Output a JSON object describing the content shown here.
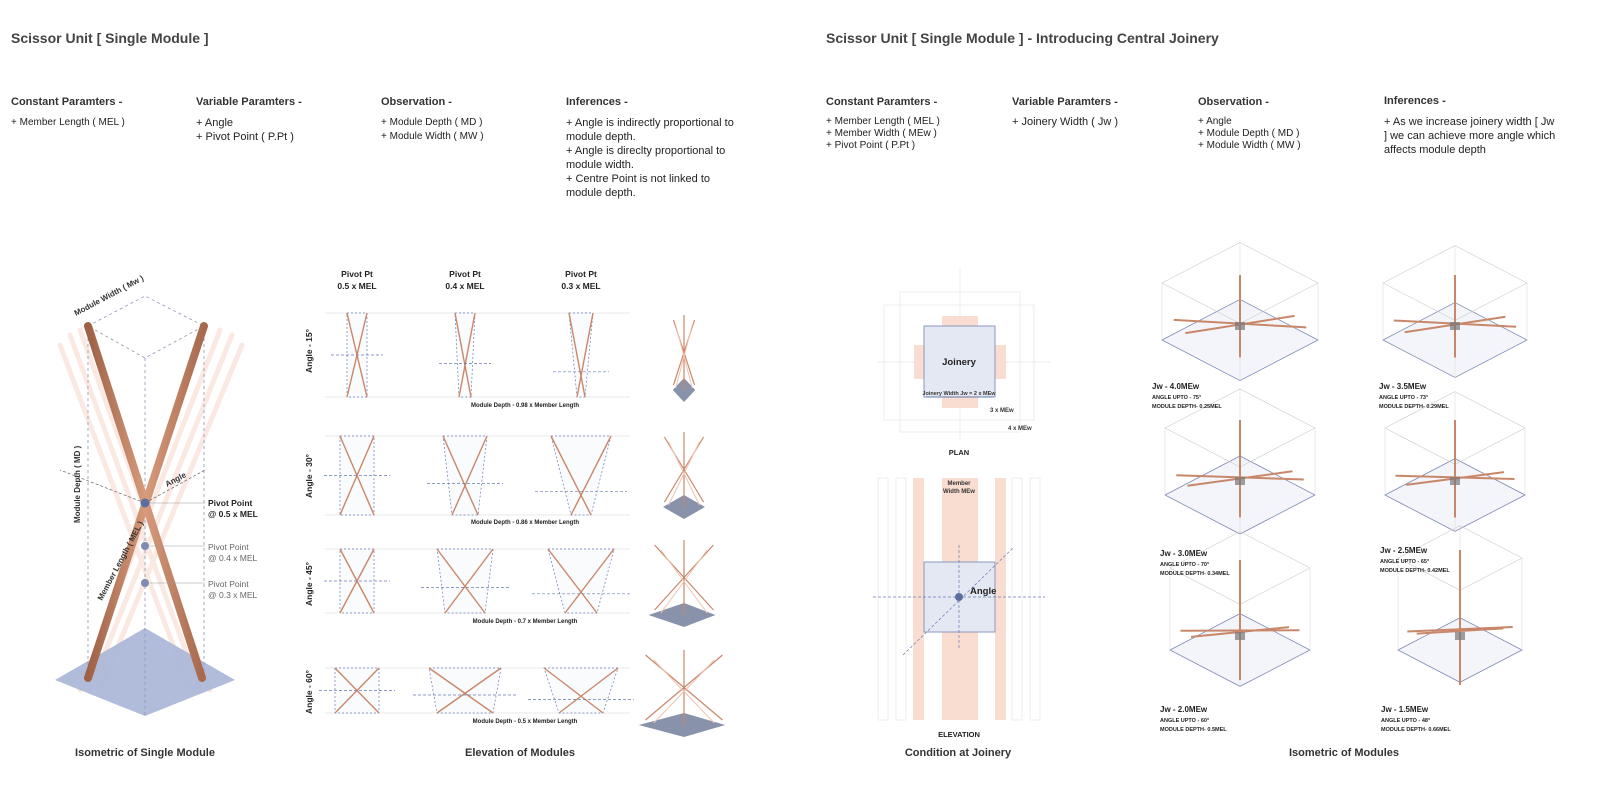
{
  "left": {
    "title": "Scissor Unit [  Single Module  ]",
    "sections": [
      {
        "heading": "Constant Paramters -",
        "items": [
          "+  Member Length ( MEL )"
        ]
      },
      {
        "heading": "Variable Paramters -",
        "items": [
          "+  Angle",
          "+  Pivot Point ( P.Pt )"
        ]
      },
      {
        "heading": "Observation -",
        "items": [
          "+  Module Depth ( MD )",
          "+  Module Width ( MW )"
        ]
      },
      {
        "heading": "Inferences -",
        "items": [
          "+  Angle is indirectly proportional to module depth.",
          "+  Angle is direclty proportional to module width.",
          "+  Centre Point is not linked to module depth."
        ]
      }
    ],
    "iso_labels": {
      "module_width": "Module Width ( Mw )",
      "module_depth": "Module Depth ( MD )",
      "member_length": "Member Length ( MEL )",
      "angle": "Angle",
      "pivot1_a": "Pivot Point",
      "pivot1_b": "@ 0.5 x MEL",
      "pivot2_a": "Pivot Point",
      "pivot2_b": "@ 0.4 x MEL",
      "pivot3_a": "Pivot Point",
      "pivot3_b": "@ 0.3 x MEL"
    },
    "elevation": {
      "columns": [
        {
          "l1": "Pivot Pt",
          "l2": "0.5 x MEL"
        },
        {
          "l1": "Pivot Pt",
          "l2": "0.4 x MEL"
        },
        {
          "l1": "Pivot Pt",
          "l2": "0.3 x MEL"
        }
      ],
      "rows": [
        {
          "angle": "Angle - 15°",
          "depth": "Module Depth - 0.98 x Member Length"
        },
        {
          "angle": "Angle - 30°",
          "depth": "Module Depth - 0.86 x Member Length"
        },
        {
          "angle": "Angle - 45°",
          "depth": "Module Depth - 0.7 x Member Length"
        },
        {
          "angle": "Angle - 60°",
          "depth": "Module Depth - 0.5 x Member Length"
        }
      ]
    },
    "captions": {
      "iso": "Isometric of Single Module",
      "elev": "Elevation of Modules"
    }
  },
  "right": {
    "title": "Scissor Unit [  Single Module  ]  - Introducing Central Joinery",
    "sections": [
      {
        "heading": "Constant Paramters -",
        "items": [
          "+  Member Length ( MEL )",
          "+  Member Width ( MEw )",
          "+  Pivot Point ( P.Pt )"
        ]
      },
      {
        "heading": "Variable Paramters -",
        "items": [
          "+  Joinery Width ( Jw )"
        ]
      },
      {
        "heading": "Observation -",
        "items": [
          "+  Angle",
          "+  Module Depth ( MD )",
          "+  Module Width ( MW )"
        ]
      },
      {
        "heading": "Inferences -",
        "items": [
          "+  As we increase joinery width [ Jw ] we can achieve more angle which affects module depth"
        ]
      }
    ],
    "joinery": {
      "joinery": "Joinery",
      "jw": "Joinery Width Jw = 2 x MEw",
      "m3": "3 x MEw",
      "m4": "4 x MEw",
      "plan": "PLAN",
      "member_w1": "Member",
      "member_w2": "Width MEw",
      "angle": "Angle",
      "elevation": "ELEVATION"
    },
    "modules": [
      {
        "jw": "Jw - 4.0MEw",
        "angle": "ANGLE UPTO - 75°",
        "depth": "MODULE DEPTH- 0.25MEL"
      },
      {
        "jw": "Jw - 3.5MEw",
        "angle": "ANGLE UPTO - 73°",
        "depth": "MODULE DEPTH- 0.29MEL"
      },
      {
        "jw": "Jw - 3.0MEw",
        "angle": "ANGLE UPTO - 70°",
        "depth": "MODULE DEPTH- 0.34MEL"
      },
      {
        "jw": "Jw - 2.5MEw",
        "angle": "ANGLE UPTO - 65°",
        "depth": "MODULE DEPTH- 0.42MEL"
      },
      {
        "jw": "Jw - 2.0MEw",
        "angle": "ANGLE UPTO - 60°",
        "depth": "MODULE DEPTH- 0.5MEL"
      },
      {
        "jw": "Jw - 1.5MEw",
        "angle": "ANGLE UPTO - 48°",
        "depth": "MODULE DEPTH- 0.66MEL"
      }
    ],
    "captions": {
      "joinery": "Condition at Joinery",
      "iso": "Isometric of Modules"
    }
  },
  "colors": {
    "member": "#c9876a",
    "plate": "#a9b5d6",
    "accent": "#5a6fa0",
    "salmon": "#f9ddd0",
    "dash": "#6a7bb3"
  }
}
